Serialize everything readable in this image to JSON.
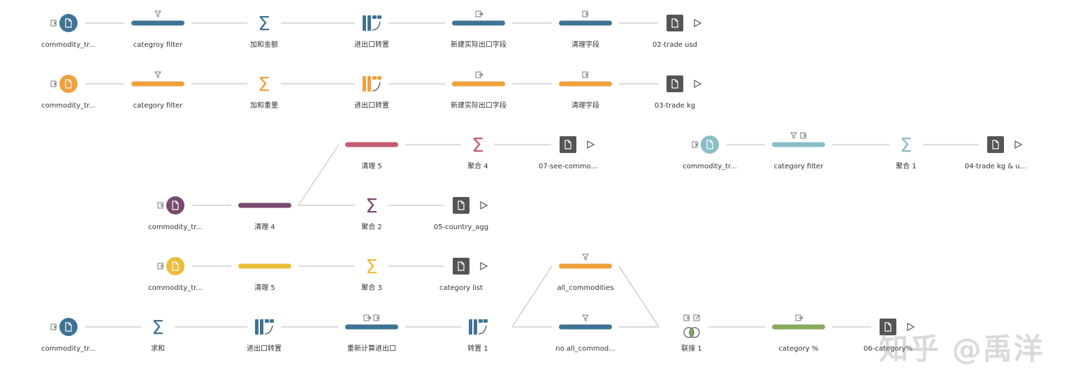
{
  "colors": {
    "blue": "#3f7395",
    "orange": "#f0a03b",
    "red": "#c55b6e",
    "teal": "#89bec6",
    "purple": "#7a4a6e",
    "yellow": "#ebbd3a",
    "green": "#86aa60",
    "output": "#555555",
    "edge": "#cfcfcf"
  },
  "flow": {
    "rows": [
      {
        "steps": [
          {
            "kind": "input",
            "color": "blue",
            "label": "commodity_tr..."
          },
          {
            "kind": "clean",
            "color": "blue",
            "label": "categroy filter",
            "annotations": [
              "filter-icon"
            ]
          },
          {
            "kind": "aggregate",
            "color": "blue",
            "label": "加和金额"
          },
          {
            "kind": "pivot",
            "color": "blue",
            "label": "进出口转置"
          },
          {
            "kind": "clean",
            "color": "blue",
            "label": "新建实际出口字段",
            "annotations": [
              "calc-field-icon"
            ]
          },
          {
            "kind": "clean",
            "color": "blue",
            "label": "清理字段",
            "annotations": [
              "remove-field-icon"
            ]
          },
          {
            "kind": "output",
            "label": "02-trade usd"
          }
        ]
      },
      {
        "steps": [
          {
            "kind": "input",
            "color": "orange",
            "label": "commodity_tr..."
          },
          {
            "kind": "clean",
            "color": "orange",
            "label": "category filter",
            "annotations": [
              "filter-icon"
            ]
          },
          {
            "kind": "aggregate",
            "color": "orange",
            "label": "加和重量"
          },
          {
            "kind": "pivot",
            "color": "orange",
            "label": "进出口转置"
          },
          {
            "kind": "clean",
            "color": "orange",
            "label": "新建实际出口字段",
            "annotations": [
              "calc-field-icon"
            ]
          },
          {
            "kind": "clean",
            "color": "orange",
            "label": "清理字段",
            "annotations": [
              "remove-field-icon"
            ]
          },
          {
            "kind": "output",
            "label": "03-trade kg"
          }
        ]
      },
      {
        "steps": [
          {
            "kind": "clean",
            "color": "red",
            "label": "清理 5"
          },
          {
            "kind": "aggregate",
            "color": "red",
            "label": "聚合 4"
          },
          {
            "kind": "output",
            "label": "07-see-commo..."
          }
        ]
      },
      {
        "steps": [
          {
            "kind": "input",
            "color": "teal",
            "label": "commodity_tr..."
          },
          {
            "kind": "clean",
            "color": "teal",
            "label": "category filter",
            "annotations": [
              "filter-icon",
              "remove-field-icon"
            ]
          },
          {
            "kind": "aggregate",
            "color": "teal",
            "label": "聚合 1"
          },
          {
            "kind": "output",
            "label": "04-trade kg & u..."
          }
        ]
      },
      {
        "steps": [
          {
            "kind": "input",
            "color": "purple",
            "label": "commodity_tr..."
          },
          {
            "kind": "clean",
            "color": "purple",
            "label": "清理 4"
          },
          {
            "kind": "aggregate",
            "color": "purple",
            "label": "聚合 2"
          },
          {
            "kind": "output",
            "label": "05-country_agg"
          }
        ]
      },
      {
        "steps": [
          {
            "kind": "input",
            "color": "yellow",
            "label": "commodity_tr..."
          },
          {
            "kind": "clean",
            "color": "yellow",
            "label": "清理 5"
          },
          {
            "kind": "aggregate",
            "color": "yellow",
            "label": "聚合 3"
          },
          {
            "kind": "output",
            "label": "category list"
          }
        ]
      },
      {
        "steps": [
          {
            "kind": "clean",
            "color": "orange",
            "label": "all_commodities",
            "annotations": [
              "filter-icon"
            ]
          }
        ]
      },
      {
        "steps": [
          {
            "kind": "input",
            "color": "blue",
            "label": "commodity_tr..."
          },
          {
            "kind": "aggregate",
            "color": "blue",
            "label": "求和"
          },
          {
            "kind": "pivot",
            "color": "blue",
            "label": "进出口转置"
          },
          {
            "kind": "clean",
            "color": "blue",
            "label": "重新计算进出口",
            "annotations": [
              "calc-field-icon",
              "remove-field-icon"
            ]
          },
          {
            "kind": "pivot",
            "color": "blue",
            "label": "转置 1"
          },
          {
            "kind": "clean",
            "color": "blue",
            "label": "no all_commod...",
            "annotations": [
              "filter-icon"
            ]
          },
          {
            "kind": "join",
            "label": "联接 1",
            "annotations": [
              "remove-field-icon",
              "edit-icon"
            ]
          },
          {
            "kind": "clean",
            "color": "green",
            "label": "category %",
            "annotations": [
              "calc-field-icon"
            ]
          },
          {
            "kind": "output",
            "label": "06-category%"
          }
        ]
      }
    ]
  },
  "watermark": {
    "text": "知乎 @禹洋"
  }
}
